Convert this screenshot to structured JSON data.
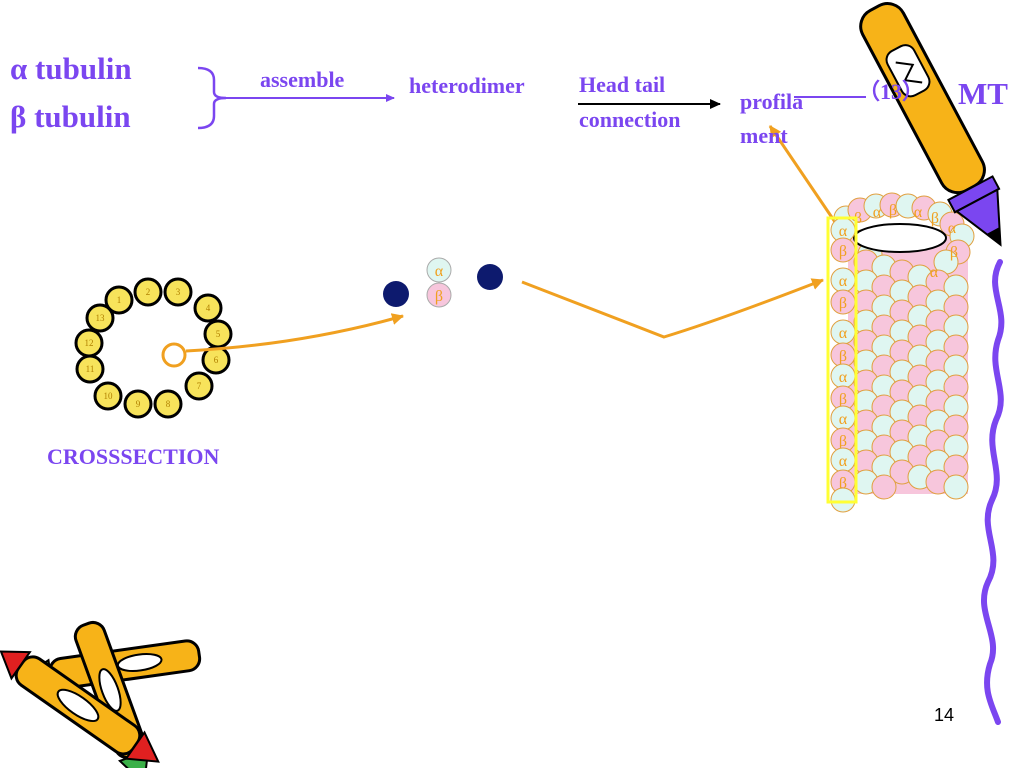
{
  "labels": {
    "alpha_tubulin": "α tubulin",
    "beta_tubulin": "β tubulin",
    "assemble": "assemble",
    "heterodimer": "heterodimer",
    "head_tail_line1": "Head tail",
    "head_tail_line2": "connection",
    "profilament_line1": "profila",
    "profilament_line2": "ment",
    "count_13": "（13）",
    "mt": "MT",
    "crosssection": "CROSSSECTION",
    "slide_number": "14"
  },
  "symbols": {
    "alpha": "α",
    "beta": "β"
  },
  "ring_numbers": [
    "1",
    "2",
    "3",
    "4",
    "5",
    "6",
    "7",
    "8",
    "9",
    "10",
    "11",
    "12",
    "13"
  ],
  "microtubule_strand_labels": [
    "α",
    "β",
    "α",
    "β",
    "α",
    "β",
    "α",
    "β",
    "α",
    "β",
    "α",
    "β",
    "α",
    "β"
  ],
  "microtubule_top_labels": [
    "β",
    "α",
    "β",
    "α",
    "β",
    "α",
    "β",
    "α"
  ],
  "colors": {
    "text_purple": "#7b46f0",
    "arrow_orange": "#f0a020",
    "alpha_subunit": "#dff6f1",
    "beta_subunit": "#f7c6dc",
    "ring_yellow": "#f7e35b",
    "highlight_yellow": "#ffff33",
    "dark_dot": "#0d1a6e"
  },
  "icons": [
    "pencil-icon",
    "crayons-icon",
    "brace-icon"
  ]
}
